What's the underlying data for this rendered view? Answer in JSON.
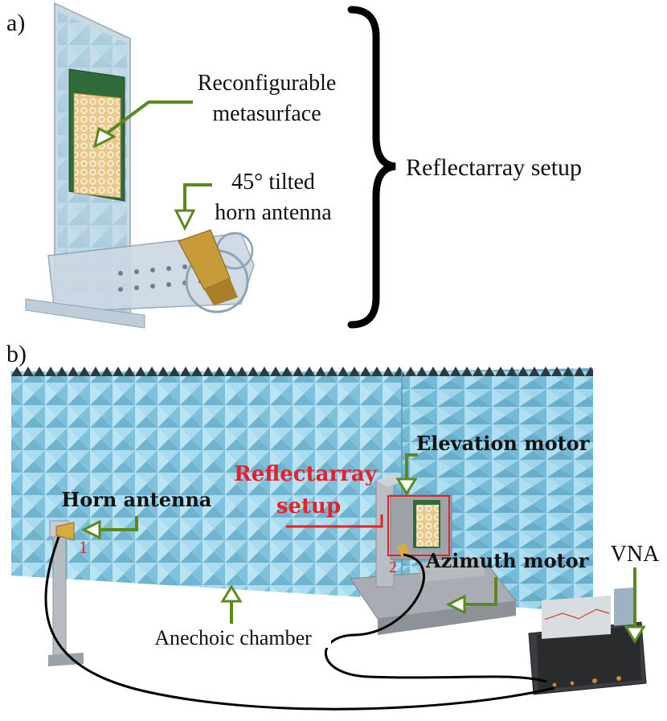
{
  "panel_a": {
    "letter": "a)",
    "labels": {
      "metasurface_line1": "Reconfigurable",
      "metasurface_line2": "metasurface",
      "horn_line1": "45° tilted",
      "horn_line2": "horn antenna",
      "group": "Reflectarray setup"
    }
  },
  "panel_b": {
    "letter": "b)",
    "labels": {
      "elevation_motor": "Elevation motor",
      "reflectarray_line1": "Reflectarray",
      "reflectarray_line2": "setup",
      "horn_antenna": "Horn antenna",
      "azimuth_motor": "Azimuth motor",
      "vna": "VNA",
      "anechoic_chamber": "Anechoic chamber",
      "marker_1": "1",
      "marker_2": "2"
    }
  },
  "colors": {
    "arrow_green": "#5a8a1f",
    "red_label": "#e8202a",
    "chamber_blue": "#8fcde6",
    "absorber_dark": "#2b3a40",
    "text": "#111111"
  }
}
